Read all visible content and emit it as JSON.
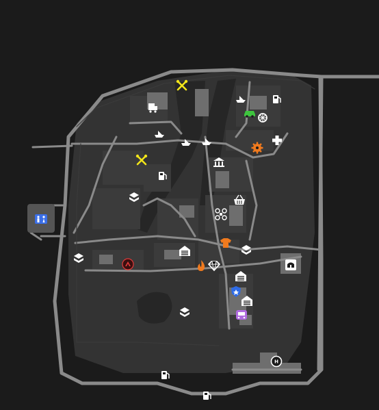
{
  "map": {
    "background": "#1b1b1b",
    "road_color": "#8a8a8a",
    "land_color": "#3b3b3b",
    "building_color": "#6e6e6e"
  },
  "blips": [
    {
      "id": "wrench-1",
      "icon": "wrench-icon",
      "color": "#f2e51a"
    },
    {
      "id": "wrench-2",
      "icon": "wrench-icon",
      "color": "#f2e51a"
    },
    {
      "id": "boat-1",
      "icon": "boat-icon",
      "color": "#ffffff"
    },
    {
      "id": "boat-2",
      "icon": "boat-icon",
      "color": "#ffffff"
    },
    {
      "id": "boat-3",
      "icon": "boat-icon",
      "color": "#ffffff"
    },
    {
      "id": "boat-4",
      "icon": "boat-icon",
      "color": "#ffffff"
    },
    {
      "id": "truck",
      "icon": "truck-icon",
      "color": "#ffffff"
    },
    {
      "id": "fuel-1",
      "icon": "fuel-pump-icon",
      "color": "#ffffff"
    },
    {
      "id": "fuel-2",
      "icon": "fuel-pump-icon",
      "color": "#ffffff"
    },
    {
      "id": "fuel-3",
      "icon": "fuel-pump-icon",
      "color": "#ffffff"
    },
    {
      "id": "fuel-4",
      "icon": "fuel-pump-icon",
      "color": "#ffffff"
    },
    {
      "id": "car",
      "icon": "car-icon",
      "color": "#3ec43e"
    },
    {
      "id": "wheel",
      "icon": "wheel-icon",
      "color": "#ffffff"
    },
    {
      "id": "hospital",
      "icon": "medical-cross-icon",
      "color": "#ffffff"
    },
    {
      "id": "gear",
      "icon": "gear-icon",
      "color": "#f07a1e"
    },
    {
      "id": "bank",
      "icon": "bank-icon",
      "color": "#ffffff"
    },
    {
      "id": "basket",
      "icon": "shopping-basket-icon",
      "color": "#ffffff"
    },
    {
      "id": "drone",
      "icon": "drone-icon",
      "color": "#ffffff"
    },
    {
      "id": "tshirt",
      "icon": "clothing-store-icon",
      "color": "#f07a1e"
    },
    {
      "id": "garage-1",
      "icon": "garage-icon",
      "color": "#ffffff"
    },
    {
      "id": "garage-2",
      "icon": "garage-icon",
      "color": "#ffffff"
    },
    {
      "id": "garage-3",
      "icon": "garage-icon",
      "color": "#ffffff"
    },
    {
      "id": "crate-1",
      "icon": "supply-crate-icon",
      "color": "#ffffff"
    },
    {
      "id": "crate-2",
      "icon": "supply-crate-icon",
      "color": "#ffffff"
    },
    {
      "id": "crate-3",
      "icon": "supply-crate-icon",
      "color": "#ffffff"
    },
    {
      "id": "crate-4",
      "icon": "supply-crate-icon",
      "color": "#ffffff"
    },
    {
      "id": "fire",
      "icon": "fire-icon",
      "color": "#f07a1e"
    },
    {
      "id": "diamond",
      "icon": "diamond-icon",
      "color": "#ffffff"
    },
    {
      "id": "police",
      "icon": "police-badge-icon",
      "color": "#2e6be6"
    },
    {
      "id": "bus",
      "icon": "bus-icon",
      "color": "#b06ae0"
    },
    {
      "id": "bunker",
      "icon": "bunker-icon",
      "color": "#e23a3a"
    },
    {
      "id": "hangar",
      "icon": "hangar-icon",
      "color": "#ffffff"
    },
    {
      "id": "restroom",
      "icon": "restroom-icon",
      "color": "#3b6fe8"
    },
    {
      "id": "helipad",
      "icon": "helipad-icon",
      "color": "#ffffff",
      "label": "H"
    }
  ]
}
